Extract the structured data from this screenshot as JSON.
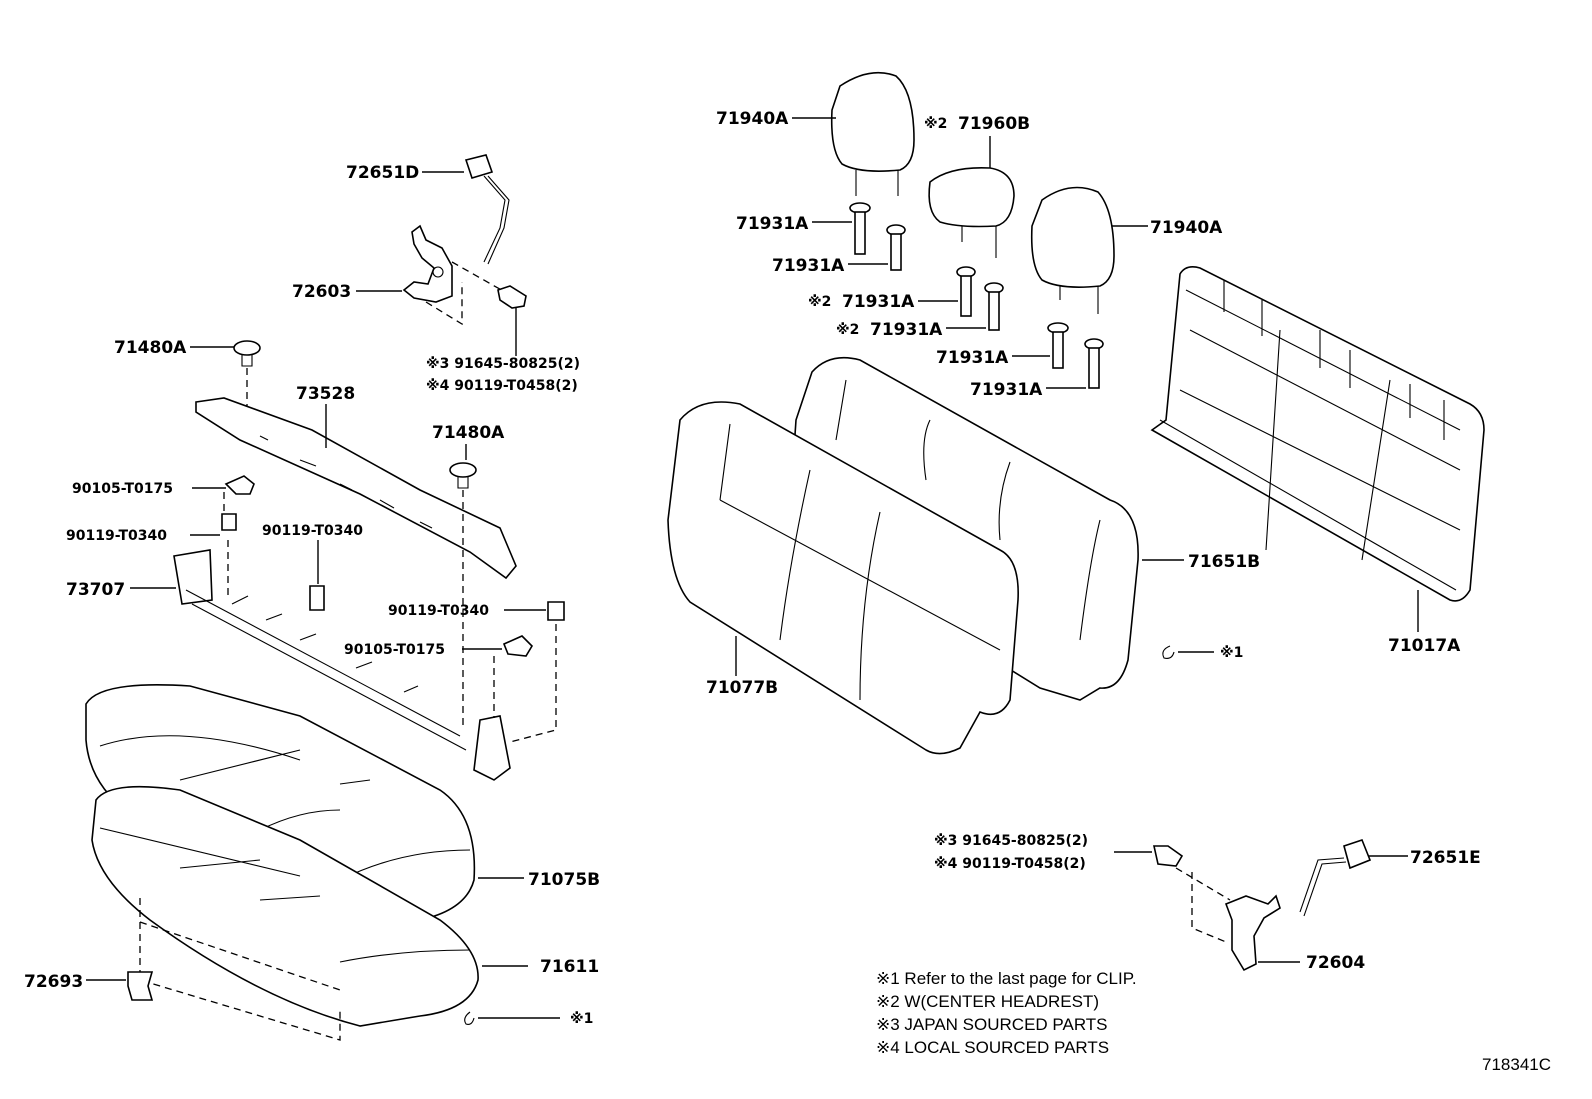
{
  "parts": {
    "p72651D": "72651D",
    "p72603": "72603",
    "p71480A_1": "71480A",
    "p73528": "73528",
    "p71480A_2": "71480A",
    "p90105_1": "90105-T0175",
    "p90119_1": "90119-T0340",
    "p90119_2": "90119-T0340",
    "p73707": "73707",
    "p90119_3": "90119-T0340",
    "p90105_2": "90105-T0175",
    "p71075B": "71075B",
    "p71611": "71611",
    "p72693": "72693",
    "p71940A_1": "71940A",
    "p71960B": "71960B",
    "p71931A_1": "71931A",
    "p71931A_2": "71931A",
    "p71931A_3": "71931A",
    "p71931A_4": "71931A",
    "p71931A_5": "71931A",
    "p71931A_6": "71931A",
    "p71940A_2": "71940A",
    "p71651B": "71651B",
    "p71017A": "71017A",
    "p71077B": "71077B",
    "p72651E": "72651E",
    "p72604": "72604"
  },
  "refs": {
    "note1_mark": "※1",
    "note2_mark": "※2",
    "bolt_a_left": "※3 91645-80825(2)",
    "bolt_b_left": "※4 90119-T0458(2)",
    "bolt_a_right": "※3 91645-80825(2)",
    "bolt_b_right": "※4 90119-T0458(2)"
  },
  "notes": [
    "※1 Refer to the last page for CLIP.",
    "※2 W(CENTER HEADREST)",
    "※3 JAPAN SOURCED PARTS",
    "※4 LOCAL SOURCED PARTS"
  ],
  "figure_id": "718341C"
}
